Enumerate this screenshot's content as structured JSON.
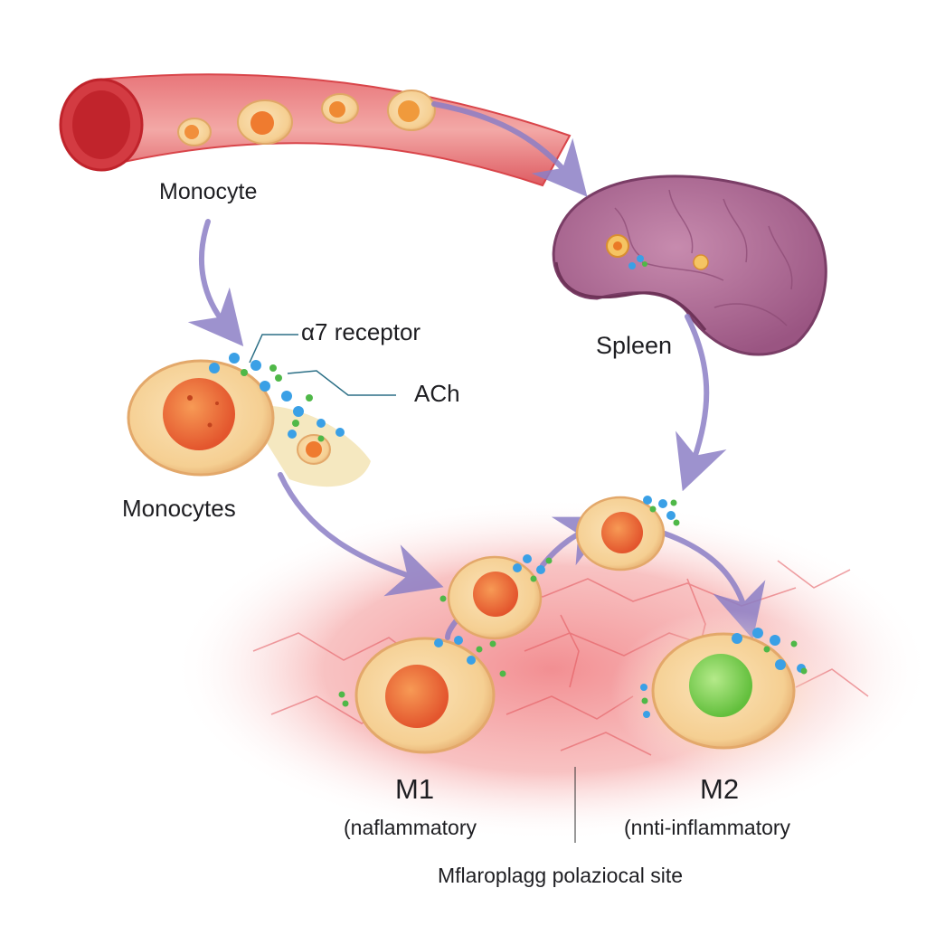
{
  "labels": {
    "monocyte": "Monocyte",
    "receptor": "α7 receptor",
    "ach": "ACh",
    "spleen": "Spleen",
    "monocytes": "Monocytes",
    "m1": "M1",
    "m1_sub": "(naflammatory",
    "m2": "M2",
    "m2_sub": "(nnti-inflammatory",
    "caption": "Mflaroplagg polaziocal site"
  },
  "colors": {
    "vessel": "#d9454a",
    "vessel_lumen": "#c0232b",
    "spleen": "#a9668f",
    "arrow": "#8c7fc6",
    "tissue": "#ee8a8a",
    "cell_membrane": "#f1d3a0",
    "m1_nucleus": "#e8623a",
    "m2_nucleus": "#7fcf4f",
    "receptor": "#3aa0e6",
    "ach": "#4fb848"
  }
}
